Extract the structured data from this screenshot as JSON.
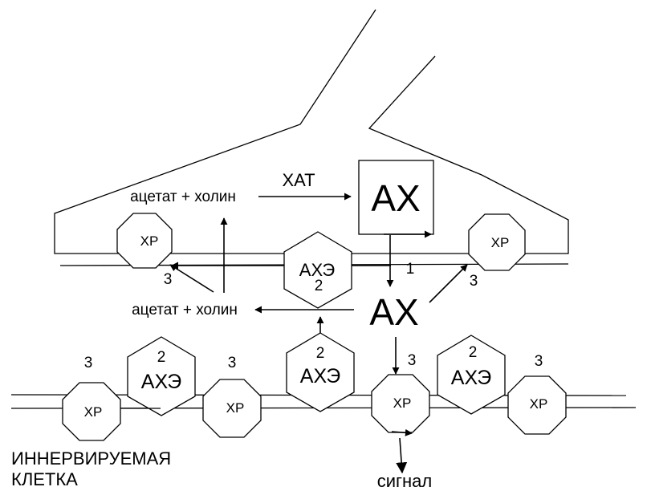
{
  "labels": {
    "hat": "ХАТ",
    "ax_vesicle": "АХ",
    "ax_cleft": "АХ",
    "acetate_choline_top": "ацетат + холин",
    "acetate_choline_mid": "ацетат + холин",
    "receptor": "ХР",
    "enzyme": "АХЭ",
    "cell_line1": "ИННЕРВИРУЕМАЯ",
    "cell_line2": "КЛЕТКА",
    "signal": "сигнал"
  },
  "numbers": {
    "one": "1",
    "two": "2",
    "three": "3"
  }
}
